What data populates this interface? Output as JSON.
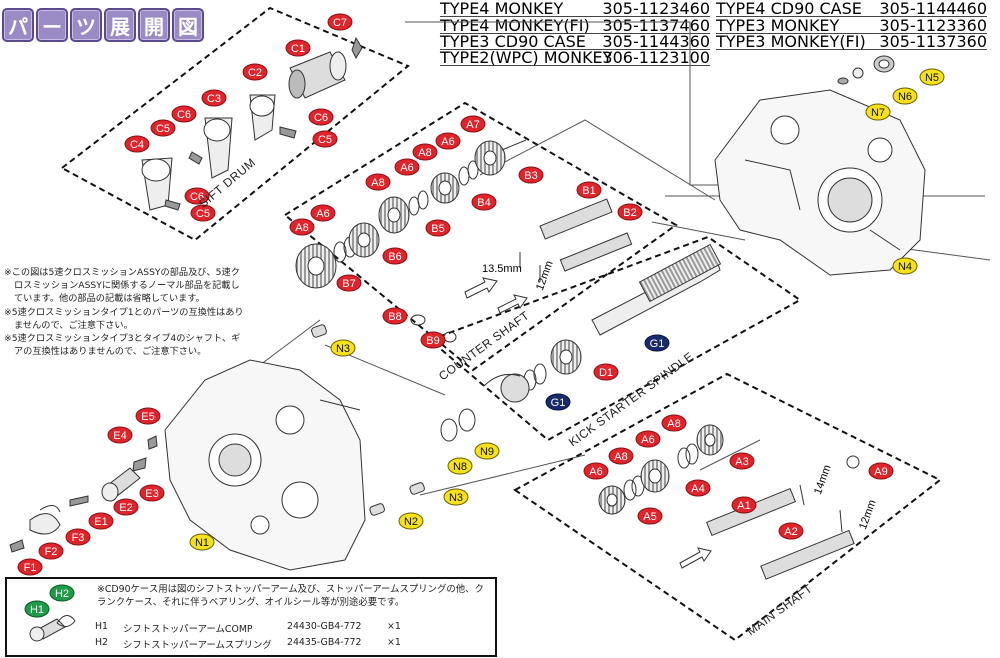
{
  "title": {
    "chars": [
      "パ",
      "ー",
      "ツ",
      "展",
      "開",
      "図"
    ]
  },
  "models": [
    {
      "name": "TYPE4 MONKEY",
      "code": "305-1123460"
    },
    {
      "name": "TYPE4 MONKEY(FI)",
      "code": "305-1137460"
    },
    {
      "name": "TYPE3 CD90 CASE",
      "code": "305-1144360"
    },
    {
      "name": "TYPE2(WPC) MONKEY",
      "code": "306-1123100"
    },
    {
      "name": "TYPE4 CD90 CASE",
      "code": "305-1144460"
    },
    {
      "name": "TYPE3 MONKEY",
      "code": "305-1123360"
    },
    {
      "name": "TYPE3 MONKEY(FI)",
      "code": "305-1137360"
    }
  ],
  "notes": [
    "※この図は5速クロスミッションASSYの部品及び、5速クロスミッションASSYに関係するノーマル部品を記載しています。他の部品の記載は省略しています。",
    "※5速クロスミッションタイプ1とのパーツの互換性はありませんので、ご注意下さい。",
    "※5速クロスミッションタイプ3とタイプ4のシャフト、ギアの互換性はありませんので、ご注意下さい。"
  ],
  "sections": {
    "shift_drum": "SIFT DRUM",
    "counter_shaft": "COUNTER SHAFT",
    "kick_starter": "KICK STARTER SPINDLE",
    "main_shaft": "MAIN SHAFT"
  },
  "dimensions": {
    "d1": "13.5mm",
    "d2": "12mm",
    "d3": "14mm",
    "d4": "12mm"
  },
  "footer": {
    "note": "※CD90ケース用は図のシフトストッパーアーム及び、ストッパーアームスプリングの他、クランクケース、それに伴うベアリング、オイルシール等が別途必要です。",
    "parts": [
      {
        "id": "H1",
        "name": "シフトストッパーアームCOMP",
        "number": "24430-GB4-772",
        "qty": "×1"
      },
      {
        "id": "H2",
        "name": "シフトストッパーアームスプリング",
        "number": "24435-GB4-772",
        "qty": "×1"
      }
    ]
  },
  "callouts": {
    "red": [
      "C7",
      "C1",
      "C2",
      "C3",
      "C6",
      "C5",
      "C4",
      "C6",
      "C5",
      "C6",
      "C5",
      "A7",
      "A6",
      "A8",
      "B3",
      "A6",
      "B4",
      "A8",
      "B5",
      "A6",
      "B6",
      "A8",
      "B7",
      "B1",
      "B2",
      "B8",
      "B9",
      "D1",
      "E5",
      "E4",
      "E3",
      "E2",
      "E1",
      "F3",
      "F2",
      "F1",
      "A6",
      "A8",
      "A3",
      "A6",
      "A8",
      "A4",
      "A5",
      "A9",
      "A1",
      "A2"
    ],
    "yellow": [
      "N5",
      "N6",
      "N7",
      "N4",
      "N3",
      "N3",
      "N2",
      "N1",
      "N8",
      "N9"
    ],
    "navy": [
      "G1",
      "G1"
    ],
    "green": [
      "H1",
      "H2"
    ]
  },
  "colors": {
    "red": "#e0242c",
    "yellow": "#f5e21b",
    "navy": "#1a2b6d",
    "green": "#1f9a46",
    "title": "#9b8bc4"
  }
}
